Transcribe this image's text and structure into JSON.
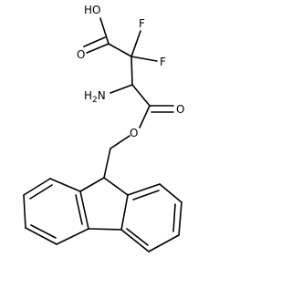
{
  "molecule": {
    "atom_labels": {
      "hydroxyl": "HO",
      "carbonyl_o_1": "O",
      "fluorine_1": "F",
      "fluorine_2": "F",
      "amino": "H",
      "amino_n": "N",
      "amino_sub": "2",
      "carbonyl_o_2": "O",
      "ester_o": "O"
    },
    "colors": {
      "bond": "#000000",
      "label": "#000000",
      "background": "#ffffff"
    }
  }
}
